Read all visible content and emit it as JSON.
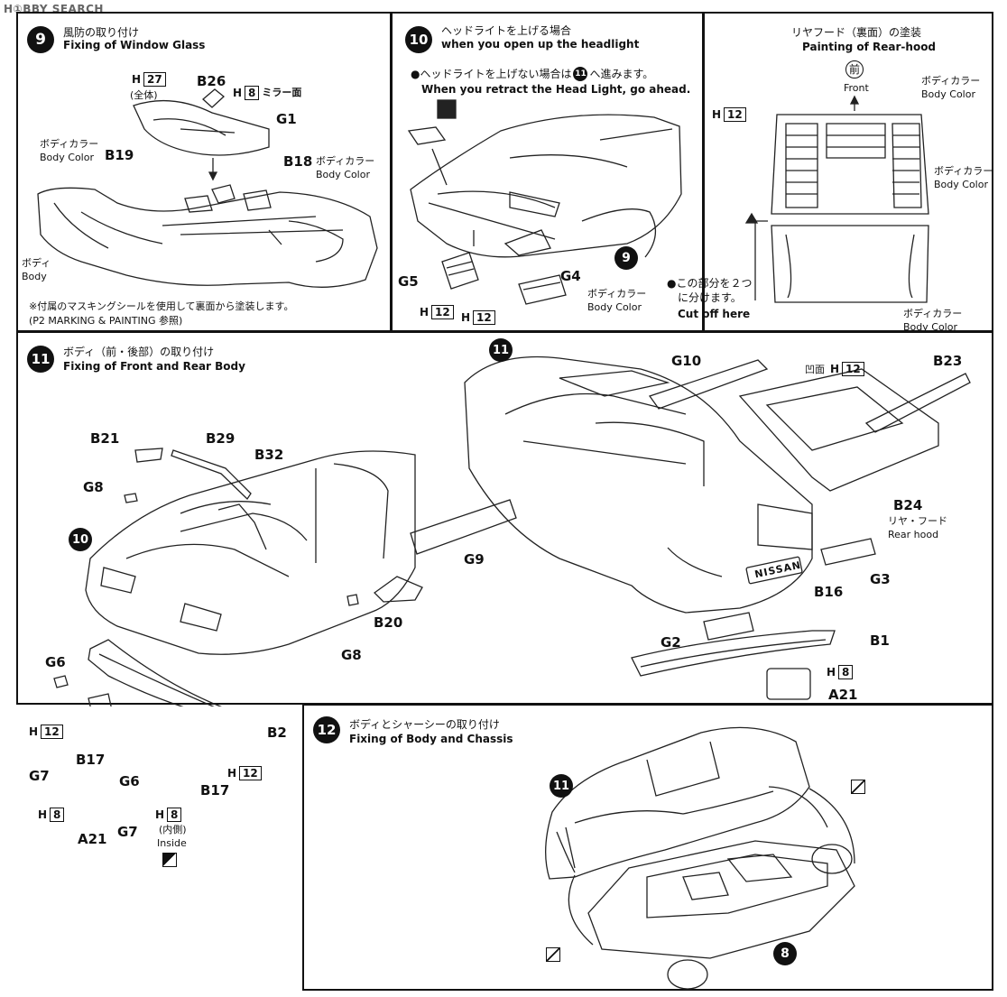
{
  "watermark": "H①BBY SEARCH",
  "step9": {
    "num": "9",
    "title_jp": "風防の取り付け",
    "title_en": "Fixing of Window Glass",
    "h27": "27",
    "h27_note": "(全体)",
    "h8": "8",
    "h8_note": "ミラー面",
    "body_color_jp": "ボディカラー",
    "body_color_en": "Body Color",
    "body_jp": "ボディ",
    "body_en": "Body",
    "parts": [
      "B26",
      "G1",
      "B19",
      "B18"
    ],
    "footnote_jp": "※付属のマスキングシールを使用して裏面から塗装します。",
    "footnote_ref": "(P2 MARKING & PAINTING 参照)"
  },
  "step10": {
    "num": "10",
    "title_jp": "ヘッドライトを上げる場合",
    "title_en": "when you open up the headlight",
    "note_jp_a": "●ヘッドライトを上げない場合は",
    "note_num": "11",
    "note_jp_b": "へ進みます。",
    "note_en": "When you retract the Head Light, go ahead.",
    "parts": [
      "G5",
      "G4"
    ],
    "h12": "12",
    "body_color_jp": "ボディカラー",
    "body_color_en": "Body Color",
    "ref_step": "9"
  },
  "rear_hood": {
    "title_jp": "リヤフード（裏面）の塗装",
    "title_en": "Painting of Rear-hood",
    "front_jp": "前",
    "front_en": "Front",
    "h12": "12",
    "body_color_jp": "ボディカラー",
    "body_color_en": "Body Color",
    "cut_jp_1": "●この部分を２つ",
    "cut_jp_2": "に分けます。",
    "cut_en": "Cut off here"
  },
  "step11": {
    "num": "11",
    "title_jp": "ボディ（前・後部）の取り付け",
    "title_en": "Fixing of Front and Rear Body",
    "parts_left": [
      "B21",
      "B29",
      "B32",
      "G8",
      "G8",
      "G9",
      "B20",
      "G6",
      "G6",
      "B2",
      "G7",
      "G7",
      "B17",
      "B17",
      "A21",
      "A21"
    ],
    "ref_step_left": "10",
    "ref_step_right": "11",
    "parts_right": [
      "G10",
      "B23",
      "B24",
      "G3",
      "B16",
      "B1",
      "G2"
    ],
    "b24_jp": "リヤ・フード",
    "b24_en": "Rear hood",
    "concave_jp": "凹面",
    "inside_jp": "(内側)",
    "inside_en": "Inside",
    "nissan": "NISSAN",
    "h12": "12",
    "h8": "8"
  },
  "step12": {
    "num": "12",
    "title_jp": "ボディとシャーシーの取り付け",
    "title_en": "Fixing of Body and Chassis",
    "ref_body": "11",
    "ref_chassis": "8"
  },
  "h_prefix": "H"
}
